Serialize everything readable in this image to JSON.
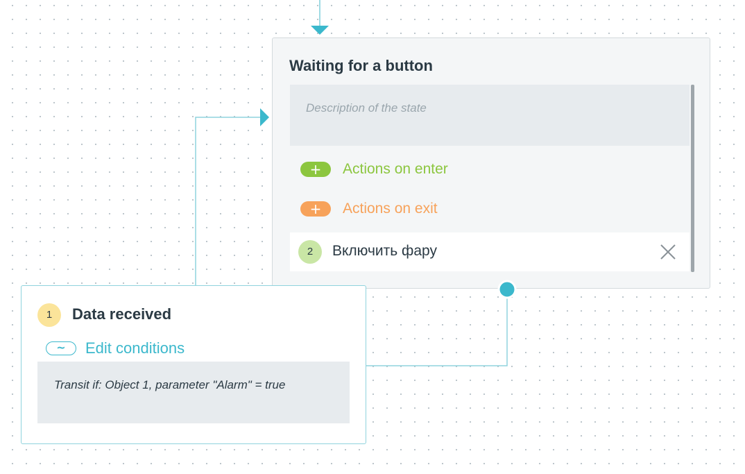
{
  "state": {
    "title": "Waiting for a button",
    "description_placeholder": "Description of the state",
    "actions_on_enter": {
      "icon": "plus-icon",
      "label": "Actions on enter",
      "color": "#8cc63f"
    },
    "actions_on_exit": {
      "icon": "plus-icon",
      "label": "Actions on exit",
      "color": "#f7a25a"
    },
    "transitions": [
      {
        "number": "2",
        "label": "Включить фару",
        "remove_icon": "close-icon"
      }
    ]
  },
  "transition_card": {
    "number": "1",
    "title": "Data received",
    "edit_conditions": {
      "icon": "tilde-icon",
      "label": "Edit conditions",
      "color": "#3bb8cc"
    },
    "condition_text": "Transit if: Object 1, parameter \"Alarm\" = true"
  },
  "colors": {
    "connector": "#3bb8cc",
    "connector_line": "#8fd3dd",
    "badge_transition_state": "#c9e6a5",
    "badge_transition_card": "#fbe49a"
  }
}
